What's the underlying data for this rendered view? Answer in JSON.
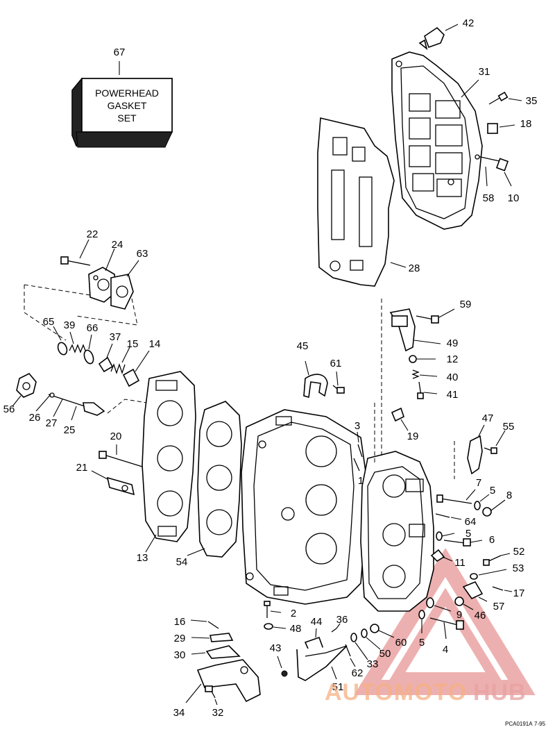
{
  "callouts": {
    "c1": "1",
    "c2": "2",
    "c3": "3",
    "c4": "4",
    "c5a": "5",
    "c5b": "5",
    "c5c": "5",
    "c6": "6",
    "c7": "7",
    "c8": "8",
    "c9": "9",
    "c10": "10",
    "c11": "11",
    "c12": "12",
    "c13": "13",
    "c14": "14",
    "c15": "15",
    "c16": "16",
    "c17": "17",
    "c18": "18",
    "c19": "19",
    "c20": "20",
    "c21": "21",
    "c22": "22",
    "c24": "24",
    "c25": "25",
    "c26": "26",
    "c27": "27",
    "c28": "28",
    "c29": "29",
    "c30": "30",
    "c31": "31",
    "c32": "32",
    "c33": "33",
    "c34": "34",
    "c35": "35",
    "c36": "36",
    "c37": "37",
    "c39": "39",
    "c40": "40",
    "c41": "41",
    "c42": "42",
    "c43": "43",
    "c44": "44",
    "c45": "45",
    "c46": "46",
    "c47": "47",
    "c48": "48",
    "c49": "49",
    "c50": "50",
    "c51": "51",
    "c52": "52",
    "c53": "53",
    "c54": "54",
    "c55": "55",
    "c56": "56",
    "c57": "57",
    "c58": "58",
    "c59": "59",
    "c60": "60",
    "c61": "61",
    "c62": "62",
    "c63": "63",
    "c64": "64",
    "c65": "65",
    "c66": "66",
    "c67": "67"
  },
  "gasket_set": {
    "line1": "POWERHEAD",
    "line2": "GASKET",
    "line3": "SET"
  },
  "footer": {
    "code": "PCA0191A",
    "rev": "7-95"
  },
  "watermark": {
    "part1": "AUTOMOTO",
    "part2": "HUB",
    "color_main": "#f5b183",
    "color_accent": "#e8a0a0"
  }
}
